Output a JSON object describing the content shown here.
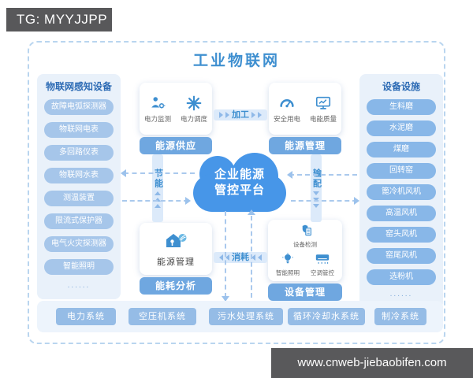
{
  "badge": {
    "text": "TG: MYYJJPP"
  },
  "watermark": {
    "text": "www.cnweb-jiebaobifen.com"
  },
  "colors": {
    "accent_blue": "#3e8fd0",
    "cloud_blue": "#4796e8",
    "panel_bg": "#e9f1fa",
    "badge_gray": "#58585a"
  },
  "diagram": {
    "title": "工业物联网",
    "cloud": {
      "line1": "企业能源",
      "line2": "管控平台"
    },
    "left_panel": {
      "title": "物联网感知设备",
      "items": [
        "故障电弧探测器",
        "物联网电表",
        "多回路仪表",
        "物联网水表",
        "测温装置",
        "限流式保护器",
        "电气火灾探测器",
        "智能照明"
      ],
      "more": "......"
    },
    "right_panel": {
      "title": "设备设施",
      "items": [
        "生料磨",
        "水泥磨",
        "煤磨",
        "回转窑",
        "篦冷机风机",
        "高温风机",
        "窑头风机",
        "窑尾风机",
        "选粉机"
      ],
      "more": "......"
    },
    "cards": {
      "supply": {
        "bar": "能源供应",
        "items": [
          {
            "icon": "power-monitor-icon",
            "label": "电力监测"
          },
          {
            "icon": "power-dispatch-icon",
            "label": "电力调度"
          }
        ]
      },
      "management": {
        "bar": "能源管理",
        "items": [
          {
            "icon": "safe-power-icon",
            "label": "安全用电"
          },
          {
            "icon": "power-quality-icon",
            "label": "电能质量"
          }
        ]
      },
      "analysis": {
        "bar": "能耗分析",
        "label": "能源管理"
      },
      "device": {
        "bar": "设备管理",
        "items": [
          {
            "icon": "device-check-icon",
            "label": "设备检测"
          },
          {
            "icon": "smart-light-icon",
            "label": "智能照明"
          },
          {
            "icon": "ac-control-icon",
            "label": "空调管控"
          }
        ]
      }
    },
    "flows": {
      "top": "加工",
      "right": "输配",
      "bottom": "消耗",
      "left": "节能"
    },
    "bottom_systems": [
      "电力系统",
      "空压机系统",
      "污水处理系统",
      "循环冷却水系统",
      "制冷系统"
    ]
  }
}
